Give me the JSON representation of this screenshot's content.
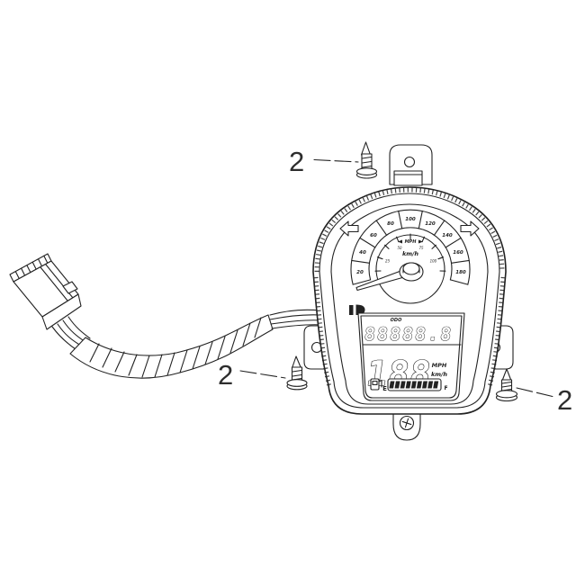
{
  "callouts": {
    "top_qty": "2",
    "left_qty": "2",
    "right_qty": "2"
  },
  "gauge": {
    "outer_labels": [
      "20",
      "40",
      "60",
      "80",
      "100",
      "120",
      "140",
      "160",
      "180"
    ],
    "inner_labels": [
      "25",
      "50",
      "75",
      "100"
    ],
    "unit_primary": "MPH",
    "unit_secondary": "km/h"
  },
  "lcd": {
    "odo_label": "ODO",
    "odometer_value": "88888.8",
    "speed_value": "188",
    "speed_unit_top": "MPH",
    "speed_unit_bottom": "km/h",
    "fuel_empty_label": "E",
    "fuel_full_label": "F"
  },
  "colors": {
    "line": "#222222",
    "background": "#ffffff"
  },
  "icons": [
    "turn-signal-left-icon",
    "turn-signal-right-icon",
    "high-beam-icon",
    "fuel-pump-icon",
    "screw-icon"
  ]
}
